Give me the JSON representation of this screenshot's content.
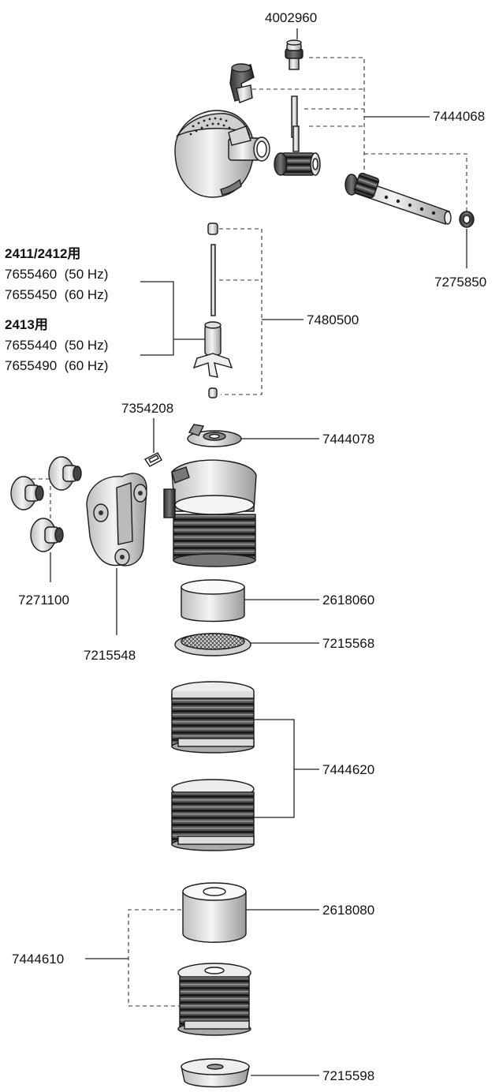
{
  "labels": {
    "p4002960": "4002960",
    "p7444068": "7444068",
    "p7275850": "7275850",
    "p7480500": "7480500",
    "p7354208": "7354208",
    "p7444078": "7444078",
    "p7271100": "7271100",
    "p7215548": "7215548",
    "p2618060": "2618060",
    "p7215568": "7215568",
    "p7444620": "7444620",
    "p2618080": "2618080",
    "p7444610": "7444610",
    "p7215598": "7215598"
  },
  "impeller_options": {
    "group1_heading": "2411/2412用",
    "group1_line1": "7655460  (50 Hz)",
    "group1_line2": "7655450  (60 Hz)",
    "group2_heading": "2413用",
    "group2_line1": "7655440  (50 Hz)",
    "group2_line2": "7655490  (60 Hz)"
  }
}
